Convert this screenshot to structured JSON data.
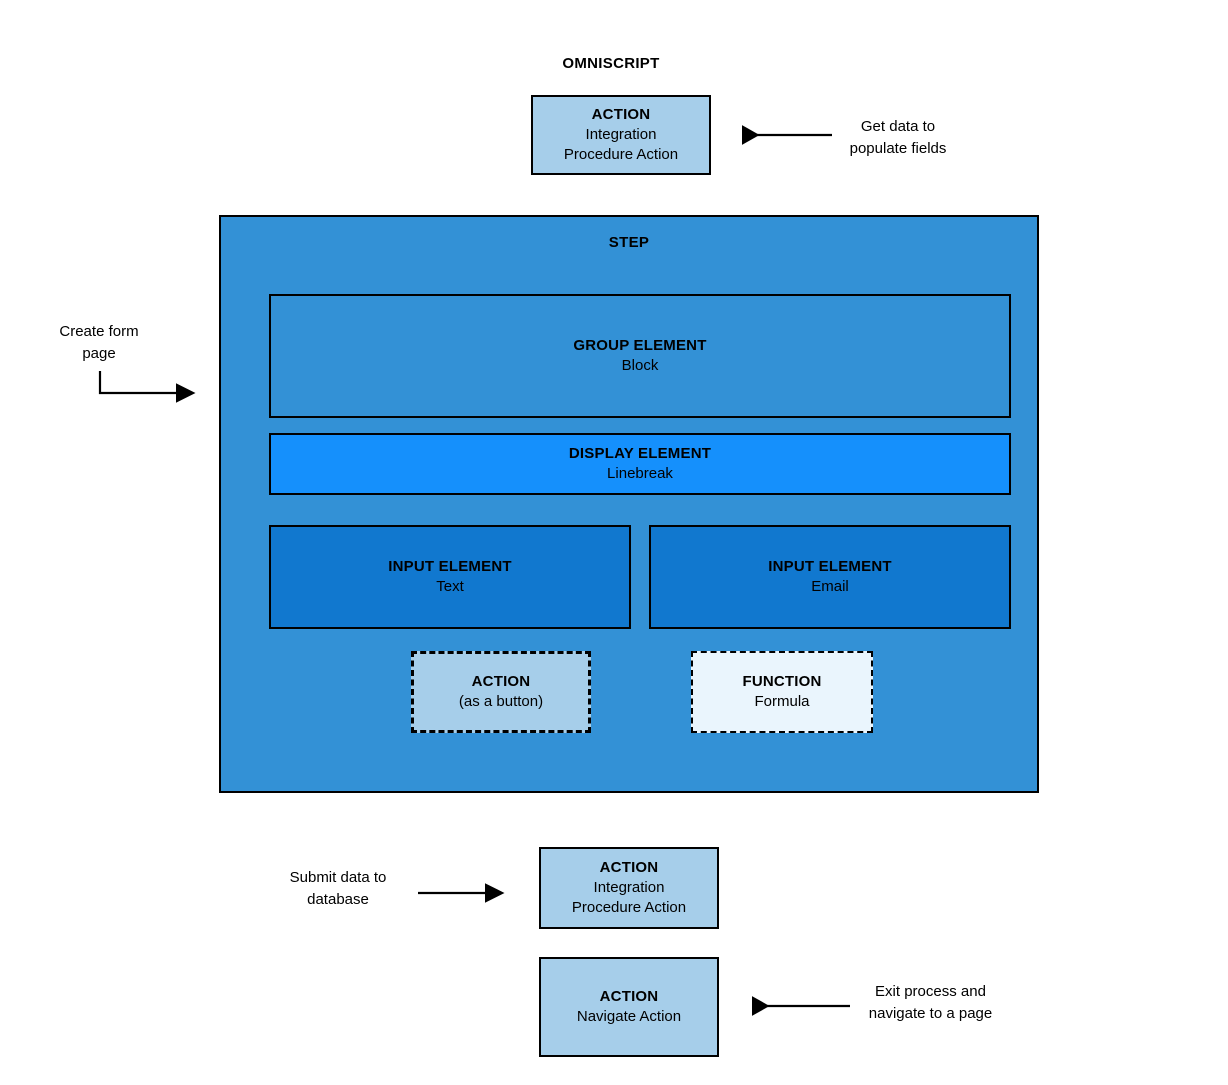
{
  "diagram": {
    "heading": "OMNISCRIPT",
    "top_action": {
      "title": "ACTION",
      "subtitle": "Integration\nProcedure Action"
    },
    "top_annotation": "Get data to\npopulate fields",
    "left_annotation": "Create form\npage",
    "step": {
      "label": "STEP",
      "group_element": {
        "title": "GROUP ELEMENT",
        "subtitle": "Block"
      },
      "display_element": {
        "title": "DISPLAY ELEMENT",
        "subtitle": "Linebreak"
      },
      "input_elements": [
        {
          "title": "INPUT ELEMENT",
          "subtitle": "Text"
        },
        {
          "title": "INPUT ELEMENT",
          "subtitle": "Email"
        }
      ],
      "action_button": {
        "title": "ACTION",
        "subtitle": "(as a button)"
      },
      "function_element": {
        "title": "FUNCTION",
        "subtitle": "Formula"
      }
    },
    "submit_annotation": "Submit data to\ndatabase",
    "submit_action": {
      "title": "ACTION",
      "subtitle": "Integration\nProcedure Action"
    },
    "navigate_action": {
      "title": "ACTION",
      "subtitle": "Navigate Action"
    },
    "navigate_annotation": "Exit process and\nnavigate to a page"
  },
  "colors": {
    "step_fill": "#3391d6",
    "display_fill": "#1590fc",
    "input_fill": "#1178cf",
    "action_fill": "#a6ceea",
    "function_fill": "#eaf5fd",
    "stroke": "#000000",
    "background": "#ffffff"
  }
}
